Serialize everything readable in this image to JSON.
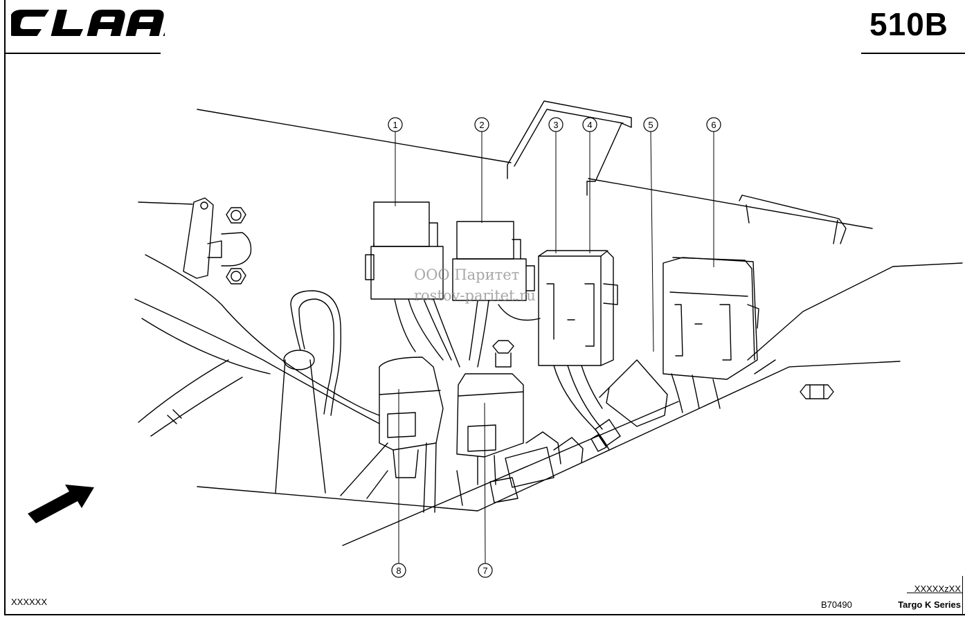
{
  "header": {
    "brand": "CLAAS",
    "page_code": "510B"
  },
  "callouts": [
    "1",
    "2",
    "3",
    "4",
    "5",
    "6",
    "7",
    "8"
  ],
  "watermark": {
    "line1": "ООО Паритет",
    "line2": "rostov-paritet.ru"
  },
  "footer": {
    "left_code": "XXXXXX",
    "drawing_ref": "B70490",
    "right_code": "XXXXXzXX",
    "series": "Targo K Series"
  }
}
